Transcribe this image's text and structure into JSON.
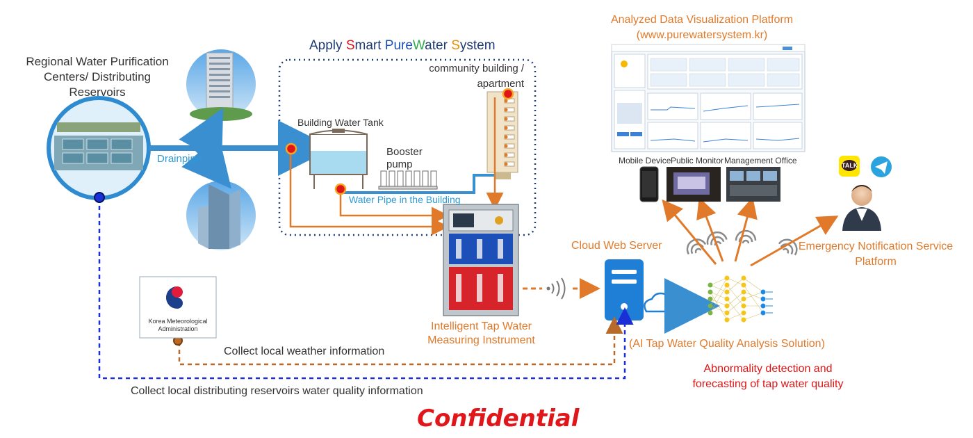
{
  "title": {
    "prefix": "Apply ",
    "s1": "S",
    "w1": "mart ",
    "p": "Pure",
    "w2": "W",
    "w3": "ater ",
    "s2": "S",
    "w4": "ystem"
  },
  "labels": {
    "regional": [
      "Regional Water Purification",
      "Centers/ Distributing",
      "Reservoirs"
    ],
    "drainpipe": "Drainpipe",
    "community": [
      "community building /",
      "apartment"
    ],
    "tank": "Building Water Tank",
    "booster": [
      "Booster",
      "pump"
    ],
    "pipe": "Water Pipe in the Building",
    "instrument": [
      "Intelligent Tap Water",
      "Measuring Instrument"
    ],
    "cloud": "Cloud Web Server",
    "platform": [
      "Analyzed Data Visualization Platform",
      "(www.purewatersystem.kr)"
    ],
    "mobile": "Mobile Device",
    "monitor": "Public Monitor",
    "office": "Management Office",
    "emergency": [
      "Emergency Notification Service",
      "Platform"
    ],
    "ai": "(AI Tap Water Quality Analysis Solution)",
    "abnormal": [
      "Abnormality detection and",
      "forecasting of tap water quality"
    ],
    "weather": "Collect local weather information",
    "reservoir_info": "Collect local distributing reservoirs water quality information",
    "kma": [
      "Korea Meteorological",
      "Administration"
    ],
    "talk": "TALK",
    "confidential": "Confidential"
  },
  "colors": {
    "orange": "#e07a2a",
    "pipe_blue": "#3a8fd0",
    "dash_blue": "#1a2fd6",
    "red_dot": "#e01515",
    "title_dark": "#1f3b73"
  }
}
